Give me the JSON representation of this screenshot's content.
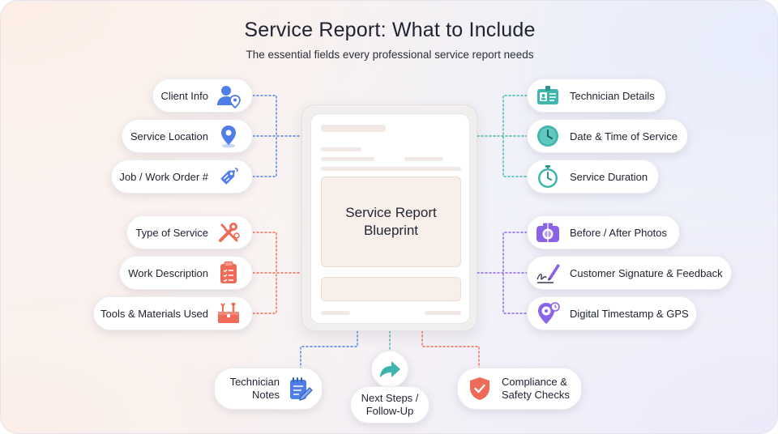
{
  "title": "Service Report: What to Include",
  "subtitle": "The essential fields every professional service report needs",
  "center": {
    "line1": "Service Report",
    "line2": "Blueprint"
  },
  "left_fields": [
    {
      "label": "Client Info",
      "icon": "client-user-pin-icon",
      "color": "#4f7ee8"
    },
    {
      "label": "Service Location",
      "icon": "location-pin-icon",
      "color": "#4f7ee8"
    },
    {
      "label": "Job / Work Order #",
      "icon": "tag-icon",
      "color": "#4f7ee8"
    },
    {
      "label": "Type of Service",
      "icon": "wrench-screwdriver-icon",
      "color": "#ef6b57"
    },
    {
      "label": "Work Description",
      "icon": "clipboard-icon",
      "color": "#ef6b57"
    },
    {
      "label": "Tools & Materials Used",
      "icon": "toolbox-icon",
      "color": "#ef6b57"
    }
  ],
  "right_fields": [
    {
      "label": "Technician Details",
      "icon": "id-badge-icon",
      "color": "#3fb6ad"
    },
    {
      "label": "Date & Time of Service",
      "icon": "clock-icon",
      "color": "#3fb6ad"
    },
    {
      "label": "Service Duration",
      "icon": "stopwatch-icon",
      "color": "#3fb6ad"
    },
    {
      "label": "Before / After Photos",
      "icon": "camera-icon",
      "color": "#8a63e6"
    },
    {
      "label": "Customer Signature & Feedback",
      "icon": "signature-pen-icon",
      "color": "#8a63e6"
    },
    {
      "label": "Digital Timestamp & GPS",
      "icon": "gps-pin-icon",
      "color": "#8a63e6"
    }
  ],
  "bottom_fields": [
    {
      "line1": "Technician",
      "line2": "Notes",
      "icon": "notepad-pencil-icon",
      "color": "#4f7ee8"
    },
    {
      "line1": "Next Steps /",
      "line2": "Follow-Up",
      "icon": "arrow-forward-icon",
      "color": "#3fb6ad"
    },
    {
      "line1": "Compliance &",
      "line2": "Safety Checks",
      "icon": "shield-check-icon",
      "color": "#ef6b57"
    }
  ]
}
